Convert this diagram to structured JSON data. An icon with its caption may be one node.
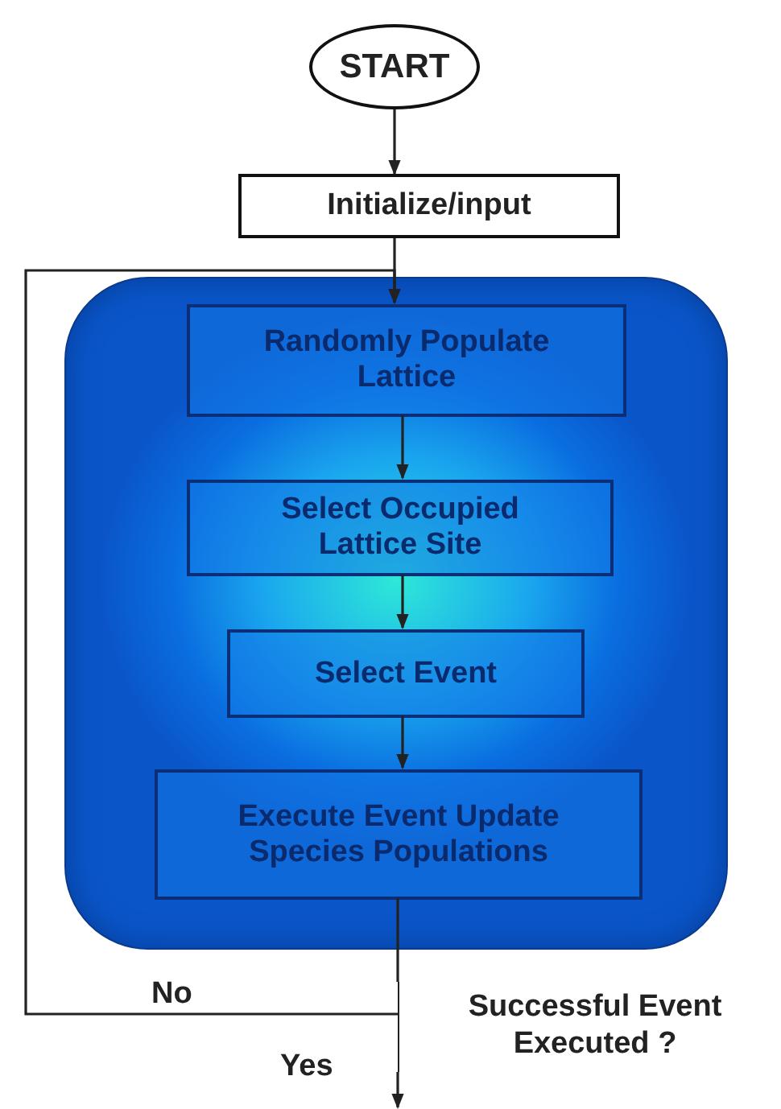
{
  "diagram": {
    "nodes": [
      {
        "text": [
          "START"
        ]
      },
      {
        "text": [
          "Initialize/input"
        ]
      },
      {
        "text": [],
        "shape": "box"
      },
      {
        "text": [
          "Randomly Populate Lattice"
        ],
        "in": 2
      },
      {
        "text": [
          "Select Occupied Lattice Site"
        ],
        "in": 2
      },
      {
        "text": [
          "Select Event"
        ],
        "in": 2
      },
      {
        "text": [
          "Execute Event Update Species Populations"
        ],
        "in": 2
      },
      {
        "text": [
          "Successful Event Executed ?"
        ]
      }
    ],
    "edges": [
      {
        "from": 0,
        "to": 1,
        "arrow": "to"
      },
      {
        "from": 1,
        "to": 3,
        "arrow": "to"
      },
      {
        "from": 3,
        "to": 4,
        "arrow": "to"
      },
      {
        "from": 4,
        "to": 5,
        "arrow": "to"
      },
      {
        "from": 5,
        "to": 6,
        "arrow": "to"
      },
      {
        "from": 6,
        "to": 7,
        "arrow": "none"
      },
      {
        "from": 7,
        "to": 3,
        "arrow": "to",
        "label": "No"
      },
      {
        "from": 7,
        "to": null,
        "arrow": "to",
        "label": "Yes"
      }
    ]
  }
}
